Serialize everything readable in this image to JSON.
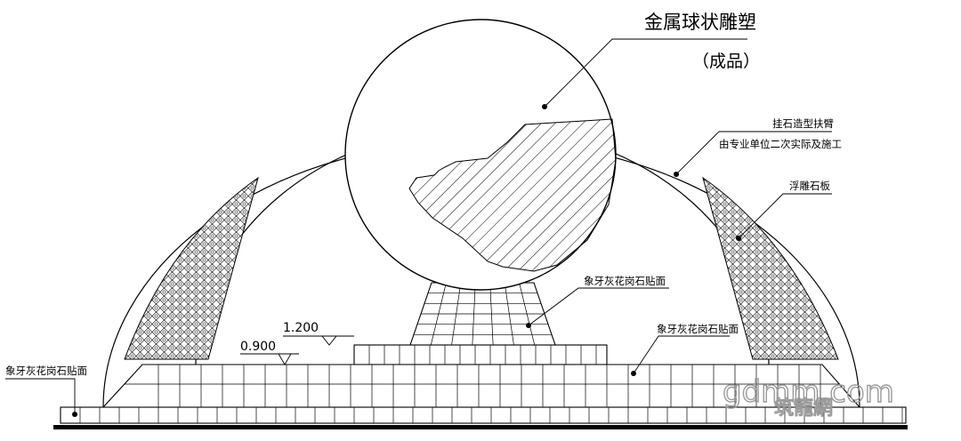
{
  "labels": {
    "sculpture_title": "金属球状雕塑",
    "sculpture_sub": "（成品）",
    "arm_line1": "挂石造型扶臂",
    "arm_line2": "由专业单位二次实际及施工",
    "relief": "浮雕石板",
    "pedestal_cladding": "象牙灰花岗石贴面",
    "platform_cladding": "象牙灰花岗石贴面",
    "base_cladding": "象牙灰花岗石贴面"
  },
  "elevations": {
    "upper": "1.200",
    "lower": "0.900"
  },
  "watermark": {
    "site": "gdmm.com",
    "brand": "筑龍網"
  },
  "colors": {
    "line": "#000000",
    "background": "#ffffff",
    "watermark": "#9a9a9a"
  }
}
